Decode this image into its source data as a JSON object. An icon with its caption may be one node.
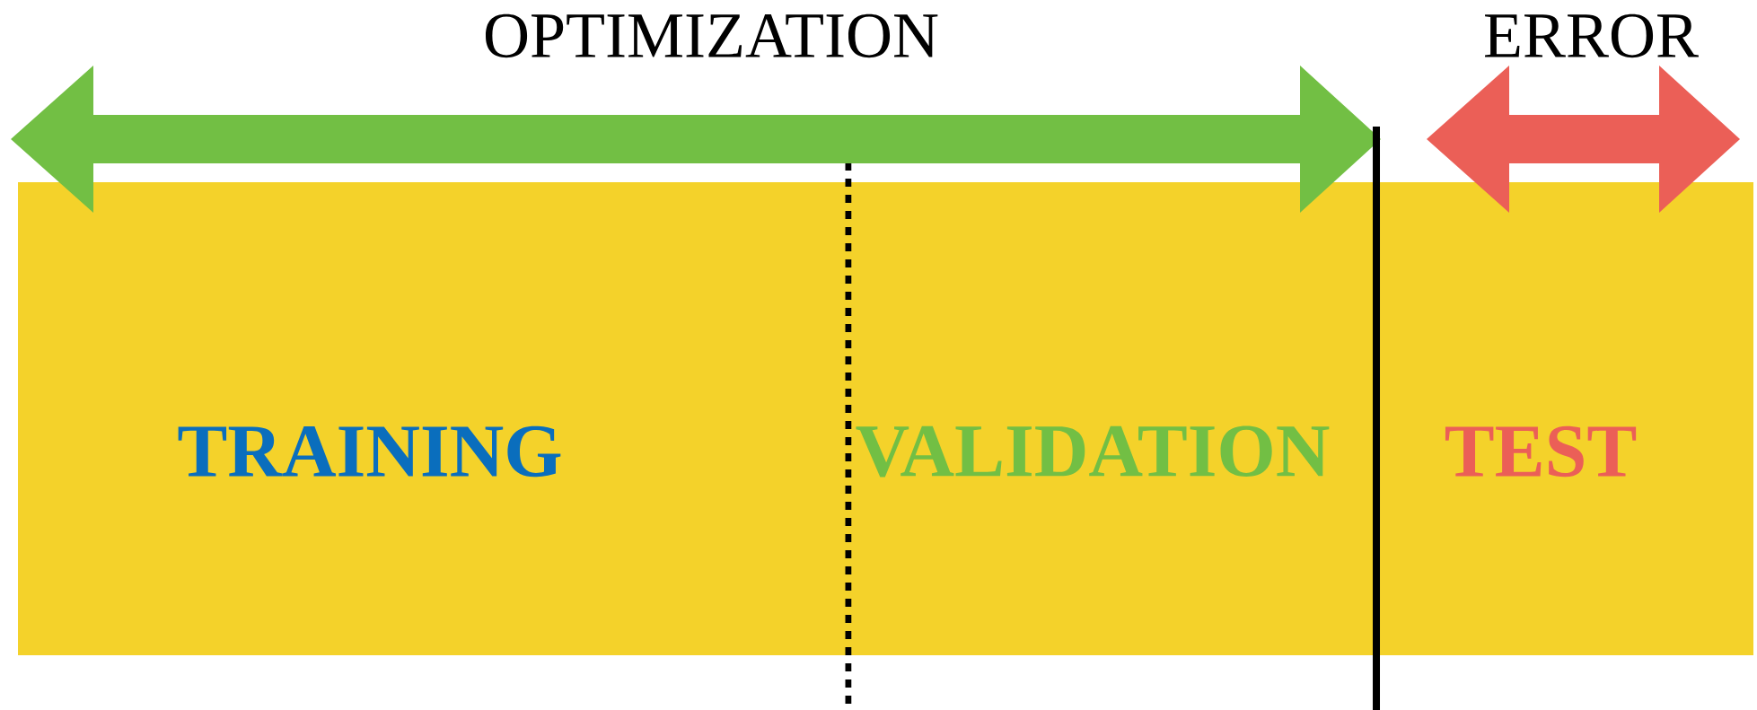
{
  "diagram": {
    "nodes": [
      {
        "text": [],
        "shape": "box"
      },
      {
        "text": [
          "TRAINING"
        ],
        "in": 0
      },
      {
        "text": [
          "VALIDATION"
        ],
        "in": 0
      },
      {
        "text": [
          "TEST"
        ],
        "in": 0
      }
    ],
    "labels": [
      "OPTIMIZATION",
      "ERROR"
    ]
  }
}
